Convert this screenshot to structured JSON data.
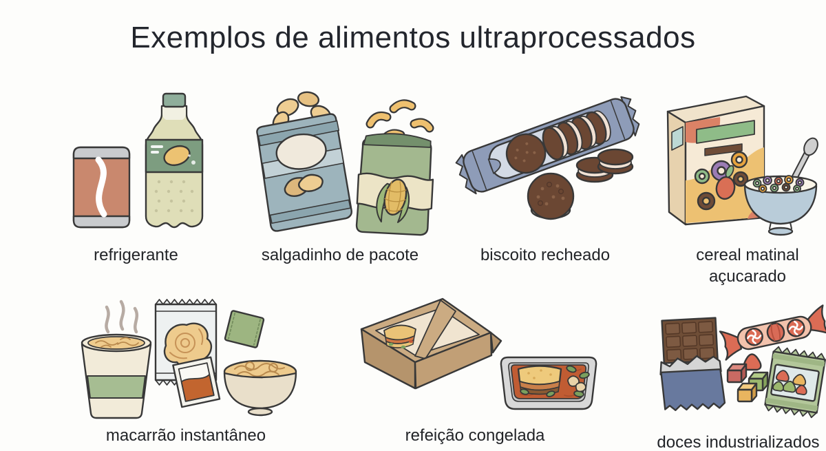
{
  "title": "Exemplos de alimentos ultraprocessados",
  "items": [
    {
      "id": "refrigerante",
      "label": "refrigerante",
      "icon": "soda-can-and-bottle"
    },
    {
      "id": "salgadinho",
      "label": "salgadinho de pacote",
      "icon": "chip-bags"
    },
    {
      "id": "biscoito",
      "label": "biscoito recheado",
      "icon": "sandwich-cookies-package"
    },
    {
      "id": "cereal",
      "label": "cereal matinal açucarado",
      "icon": "cereal-box-and-bowl"
    },
    {
      "id": "macarrao",
      "label": "macarrão instantâneo",
      "icon": "instant-noodles-set"
    },
    {
      "id": "refeicao",
      "label": "refeição congelada",
      "icon": "frozen-meal-box-and-tray"
    },
    {
      "id": "doces",
      "label": "doces industrializados",
      "icon": "chocolate-and-candies"
    }
  ],
  "palette": {
    "background": "#fdfdfb",
    "outline": "#383838",
    "title_text": "#23262d",
    "label_text": "#222428",
    "can_salmon": "#c9886e",
    "can_silver": "#c9cbce",
    "bottle_liquid": "#dfdeb8",
    "bottle_label_green": "#7d9d80",
    "lemon_yellow": "#ecc272",
    "bag_blue": "#9db4bc",
    "bag_green": "#a3b88f",
    "chip_tan": "#eecd92",
    "puff_yellow": "#eec06f",
    "cookie_pack_blue": "#8e9cb8",
    "cookie_brown": "#6b4733",
    "cookie_cream": "#f0e1d3",
    "cereal_box_cream": "#f6ead6",
    "cereal_yellow": "#edc172",
    "cereal_red": "#db8266",
    "cereal_green": "#8fbc88",
    "loop_purple": "#9b7cb4",
    "loop_orange": "#e8a33e",
    "bowl_blue": "#b9ccd9",
    "noodle_tan": "#eecb8d",
    "cup_band_green": "#a6bd92",
    "sauce_orange": "#c2652f",
    "cardboard": "#cbab82",
    "tray_gray": "#d8d8d8",
    "tomato_sauce": "#c05c33",
    "lasagna_tan": "#eeca7c",
    "veg_green": "#7ba05e",
    "chocolate_brown": "#6f4e37",
    "wrapper_blue": "#68799e",
    "candy_pink": "#f2c2ac",
    "candy_red": "#db6c55",
    "gummy_green": "#9cb86e",
    "gummy_orange": "#e9b55f",
    "gummy_bag_green": "#b3c79a"
  }
}
